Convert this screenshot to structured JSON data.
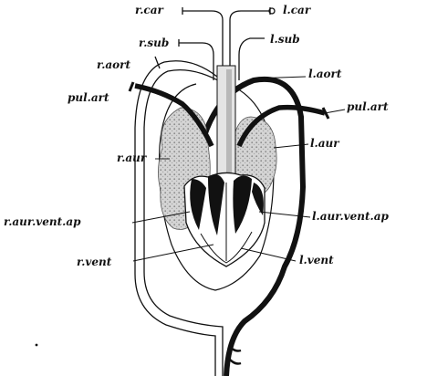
{
  "labels": {
    "r_car": "r.car",
    "l_car": "l.car",
    "r_sub": "r.sub",
    "l_sub": "l.sub",
    "r_aort": "r.aort",
    "l_aort": "l.aort",
    "pul_art_left": "pul.art",
    "pul_art_right": "pul.art",
    "r_aur": "r.aur",
    "l_aur": "l.aur",
    "r_aur_vent_ap": "r.aur.vent.ap",
    "l_aur_vent_ap": "l.aur.vent.ap",
    "r_vent": "r.vent",
    "l_vent": "l.vent"
  }
}
